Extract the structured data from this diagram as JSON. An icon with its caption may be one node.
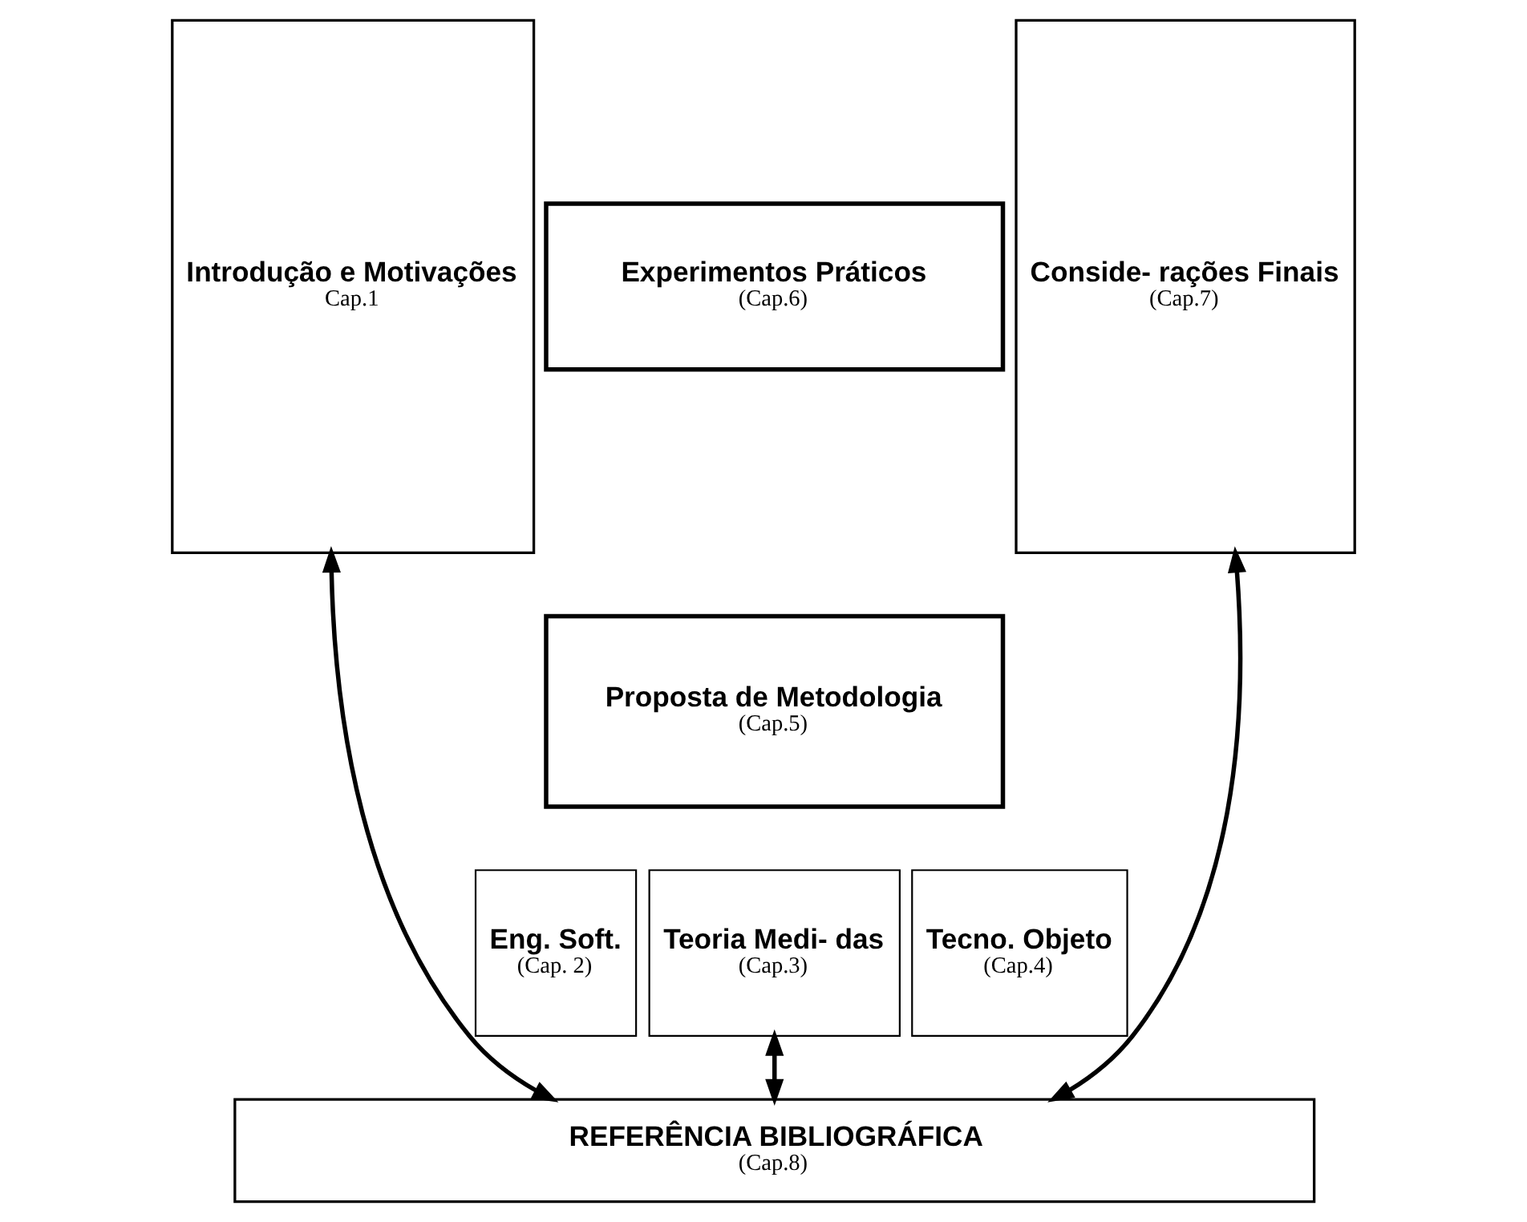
{
  "diagram": {
    "nodes": [
      {
        "text": [
          "Introdução e Motivações",
          "Cap.1"
        ]
      },
      {
        "text": [
          "Experimentos Práticos",
          "(Cap.6)"
        ]
      },
      {
        "text": [
          "Proposta de Metodologia",
          "(Cap.5)"
        ]
      },
      {
        "text": [
          "Eng. Soft.",
          "(Cap. 2)"
        ]
      },
      {
        "text": [
          "Teoria Medi- das",
          "(Cap.3)"
        ]
      },
      {
        "text": [
          "Tecno. Objeto",
          "(Cap.4)"
        ]
      },
      {
        "text": [
          "Conside- rações Finais",
          "(Cap.7)"
        ]
      },
      {
        "text": [
          "REFERÊNCIA BIBLIOGRÁFICA",
          "(Cap.8)"
        ]
      }
    ],
    "edges": [
      {
        "from": 0,
        "to": 7,
        "arrow": "both"
      },
      {
        "from": 4,
        "to": 7,
        "arrow": "both"
      },
      {
        "from": 6,
        "to": 7,
        "arrow": "both"
      }
    ]
  }
}
